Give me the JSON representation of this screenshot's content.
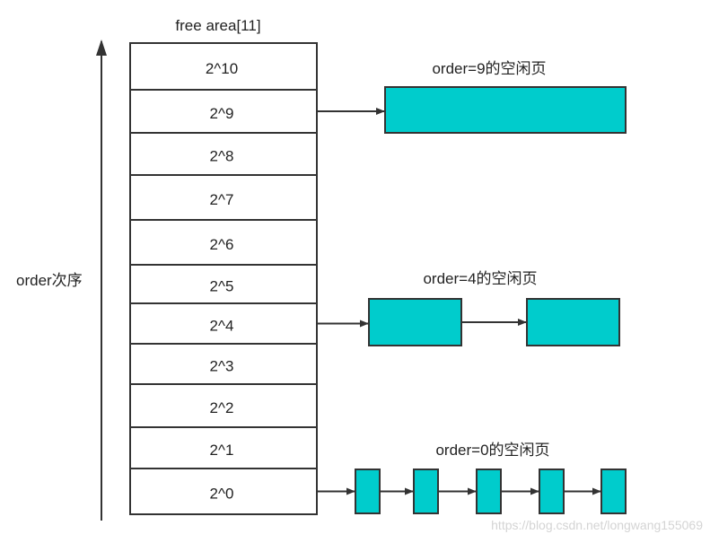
{
  "free_area": {
    "title": "free  area[11]",
    "cells": [
      "2^10",
      "2^9",
      "2^8",
      "2^7",
      "2^6",
      "2^5",
      "2^4",
      "2^3",
      "2^2",
      "2^1",
      "2^0"
    ]
  },
  "axis": {
    "label": "order次序"
  },
  "groups": [
    {
      "label": "order=9的空闲页",
      "block_count": 1,
      "points_to_cell": "2^9"
    },
    {
      "label": "order=4的空闲页",
      "block_count": 2,
      "points_to_cell": "2^4"
    },
    {
      "label": "order=0的空闲页",
      "block_count": 5,
      "points_to_cell": "2^0"
    }
  ],
  "colors": {
    "block_fill": "#00cccc",
    "line": "#333333",
    "cell_fill": "#ffffff"
  },
  "watermark": "https://blog.csdn.net/longwang155069"
}
